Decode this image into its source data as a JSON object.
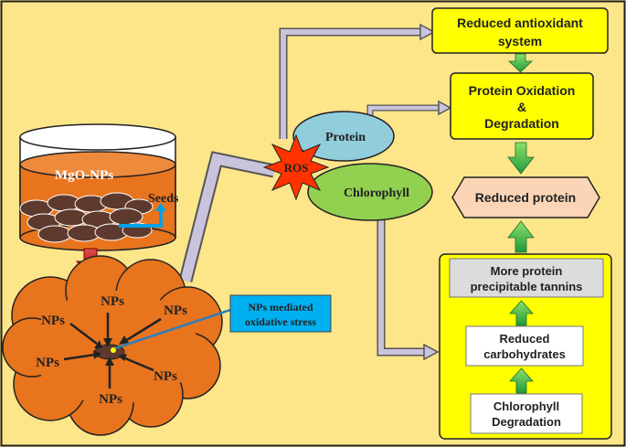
{
  "beaker": {
    "label": "MgO-NPs"
  },
  "seeds": {
    "label": "Seeds"
  },
  "cloud": {
    "np_labels": [
      "NPs",
      "NPs",
      "NPs",
      "NPs",
      "NPs",
      "NPs"
    ],
    "callout": {
      "line1": "NPs mediated",
      "line2": "oxidative stress"
    }
  },
  "ros": {
    "label": "ROS"
  },
  "protein": {
    "label": "Protein"
  },
  "chlorophyll": {
    "label": "Chlorophyll"
  },
  "boxes": {
    "antioxidant": {
      "line1": "Reduced antioxidant",
      "line2": "system"
    },
    "oxidation": {
      "line1": "Protein Oxidation",
      "line2": "&",
      "line3": "Degradation"
    },
    "reduced_protein": {
      "label": "Reduced protein"
    },
    "tannins": {
      "line1": "More protein",
      "line2": "precipitable tannins"
    },
    "carbohydrates": {
      "line1": "Reduced",
      "line2": "carbohydrates"
    },
    "chl_degradation": {
      "line1": "Chlorophyll",
      "line2": "Degradation"
    }
  },
  "colors": {
    "background": "#fde58a",
    "nanoparticle_orange": "#e8741e",
    "box_yellow": "#ffff00",
    "protein_blue": "#92cddc",
    "chlorophyll_green": "#92d050",
    "reduced_protein_peach": "#fbd5b5",
    "callout_blue": "#00b0f0",
    "connector_lavender": "#c9c3dc",
    "arrow_green": "#28a745",
    "arrow_red": "#c00000"
  }
}
